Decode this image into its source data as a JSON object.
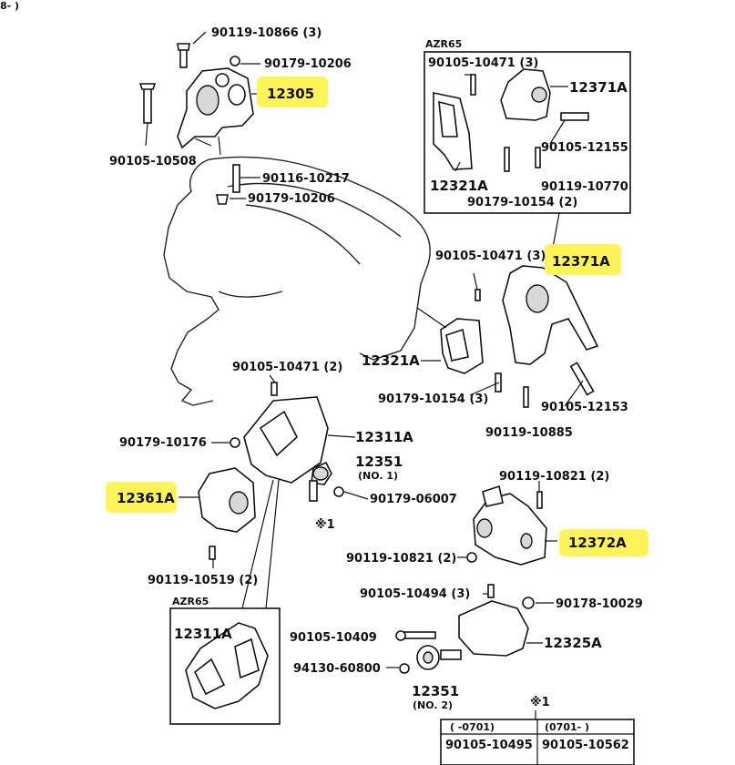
{
  "corner_text": "8- )",
  "labels": {
    "p_90119_10866": "90119-10866 (3)",
    "p_90179_10206_top": "90179-10206",
    "p_12305": "12305",
    "p_90105_10508": "90105-10508",
    "p_90116_10217": "90116-10217",
    "p_90179_10206_mid": "90179-10206",
    "azr65_top": "AZR65",
    "inset_90105_10471": "90105-10471 (3)",
    "inset_12371A": "12371A",
    "inset_90105_12155": "90105-12155",
    "inset_12321A": "12321A",
    "inset_90119_10770": "90119-10770",
    "inset_90179_10154": "90179-10154 (2)",
    "p_90105_10471_r": "90105-10471 (3)",
    "p_12371A": "12371A",
    "p_12321A": "12321A",
    "p_90179_10154": "90179-10154 (3)",
    "p_90105_12153": "90105-12153",
    "p_90119_10885": "90119-10885",
    "p_90105_10471_l": "90105-10471 (2)",
    "p_90179_10176": "90179-10176",
    "p_12311A": "12311A",
    "p_12351_top": "12351",
    "p_12351_no1": "(NO. 1)",
    "p_12361A": "12361A",
    "p_90179_06007": "90179-06007",
    "p_mark1": "※1",
    "p_90119_10519": "90119-10519 (2)",
    "p_90119_10821_top": "90119-10821 (2)",
    "p_12372A": "12372A",
    "p_90119_10821_bot": "90119-10821 (2)",
    "p_90105_10494": "90105-10494 (3)",
    "p_90178_10029": "90178-10029",
    "p_90105_10409": "90105-10409",
    "p_12325A": "12325A",
    "p_94130_60800": "94130-60800",
    "p_12351_bot": "12351",
    "p_12351_no2": "(NO. 2)",
    "azr65_bottom": "AZR65",
    "inset_12311A": "12311A",
    "mark_table": "※1"
  },
  "table": {
    "headers": [
      "(      -0701)",
      "(0701-      )"
    ],
    "values": [
      "90105-10495",
      "90105-10562"
    ]
  },
  "colors": {
    "highlight": "#fff35a",
    "ink": "#111111"
  },
  "highlighted_parts": [
    "12305",
    "12371A",
    "12361A",
    "12372A"
  ]
}
